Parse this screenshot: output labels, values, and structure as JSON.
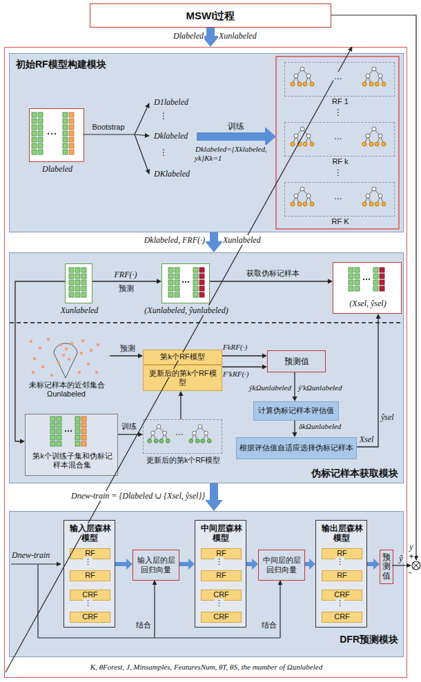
{
  "diagram": {
    "nodes": [
      {
        "text": [
          "MSWI过程"
        ]
      },
      {
        "text": [
          "K, θForest, J, Minsamples, FeaturesNum, θT, θS, the mumber of Ωunlabeled"
        ]
      },
      {
        "text": [
          "初始RF模型构建模块"
        ],
        "in": 1
      },
      {
        "text": [
          "Dlabeled"
        ],
        "in": 2
      },
      {
        "text": [
          "RF 1"
        ],
        "in": 2
      },
      {
        "text": [
          "RF k"
        ],
        "in": 2
      },
      {
        "text": [
          "RF K"
        ],
        "in": 2
      },
      {
        "text": [
          "伪标记样本获取模块"
        ],
        "in": 1
      },
      {
        "text": [
          "Xunlabeled"
        ],
        "in": 7
      },
      {
        "text": [
          "(Xunlabeled, ŷunlabeled)"
        ],
        "in": 7
      },
      {
        "text": [
          "(Xsel, ŷsel)"
        ],
        "in": 7
      },
      {
        "text": [
          "未标记样本的近邻集合Ωunlabeled"
        ],
        "in": 7
      },
      {
        "text": [
          "第k个RF模型"
        ],
        "in": 7
      },
      {
        "text": [
          "更新后的第k个RF模型"
        ],
        "in": 7
      },
      {
        "text": [
          "预测值"
        ],
        "in": 7
      },
      {
        "text": [
          "计算伪标记样本评估值"
        ],
        "in": 7
      },
      {
        "text": [
          "根据评估值自适应选择伪标记样本"
        ],
        "in": 7
      },
      {
        "text": [
          "第k个训练子集和伪标记样本混合集"
        ],
        "in": 7
      },
      {
        "text": [
          "更新后的第k个RF模型"
        ],
        "in": 7
      },
      {
        "text": [
          "DFR预测模块"
        ],
        "in": 1
      },
      {
        "text": [
          "输入层森林模型"
        ],
        "in": 19
      },
      {
        "text": [
          "RF"
        ],
        "in": 20
      },
      {
        "text": [
          "RF"
        ],
        "in": 20
      },
      {
        "text": [
          "CRF"
        ],
        "in": 20
      },
      {
        "text": [
          "CRF"
        ],
        "in": 20
      },
      {
        "text": [
          "输入层的层回归向量"
        ],
        "in": 19
      },
      {
        "text": [
          "中间层森林模型"
        ],
        "in": 19
      },
      {
        "text": [
          "RF"
        ],
        "in": 26
      },
      {
        "text": [
          "RF"
        ],
        "in": 26
      },
      {
        "text": [
          "CRF"
        ],
        "in": 26
      },
      {
        "text": [
          "CRF"
        ],
        "in": 26
      },
      {
        "text": [
          "中间层的层回归向量"
        ],
        "in": 19
      },
      {
        "text": [
          "输出层森林模型"
        ],
        "in": 19
      },
      {
        "text": [
          "RF"
        ],
        "in": 32
      },
      {
        "text": [
          "RF"
        ],
        "in": 32
      },
      {
        "text": [
          "CRF"
        ],
        "in": 32
      },
      {
        "text": [
          "CRF"
        ],
        "in": 32
      },
      {
        "text": [
          "预测值"
        ],
        "in": 19
      }
    ],
    "edges": [
      {
        "from": 0,
        "to": 1,
        "label": "Dlabeled",
        "arrow": "to"
      },
      {
        "from": 2,
        "to": 7,
        "label": "Dklabeled, FRF(·)",
        "arrow": "to"
      },
      {
        "from": 8,
        "to": 9,
        "label": "预测",
        "arrow": "to"
      },
      {
        "from": 9,
        "to": 10,
        "label": "获取伪标记样本",
        "arrow": "to"
      },
      {
        "from": 11,
        "to": 12,
        "label": "预测",
        "arrow": "to"
      },
      {
        "from": 12,
        "to": 14,
        "arrow": "to"
      },
      {
        "from": 13,
        "to": 14,
        "arrow": "to"
      },
      {
        "from": 14,
        "to": 15,
        "arrow": "to"
      },
      {
        "from": 15,
        "to": 16,
        "label": "δkΩunlabeled",
        "arrow": "to"
      },
      {
        "from": 16,
        "to": 10,
        "label": "Xsel",
        "arrow": "to"
      },
      {
        "from": 8,
        "to": 17,
        "arrow": "to"
      },
      {
        "from": 17,
        "to": 18,
        "label": "训练",
        "arrow": "to"
      },
      {
        "from": 18,
        "to": 13,
        "arrow": "to"
      },
      {
        "from": 7,
        "to": 19,
        "label": "Dnew-train = {Dlabeled ∪ {Xsel, ŷsel}}",
        "arrow": "to"
      },
      {
        "from": 20,
        "to": 25,
        "arrow": "to"
      },
      {
        "from": 25,
        "to": 26,
        "arrow": "to"
      },
      {
        "from": 26,
        "to": 31,
        "arrow": "to"
      },
      {
        "from": 31,
        "to": 32,
        "arrow": "to"
      },
      {
        "from": 32,
        "to": 37,
        "arrow": "to"
      }
    ],
    "labels": [
      "Xunlabeled",
      "Bootstrap",
      "D1labeled",
      "⋮",
      "Dklabeled",
      "⋮",
      "DKlabeled",
      "训练",
      "Dklabeled={Xklabeled, yk}Kk=1",
      "…",
      "⋮",
      "…",
      "⋮",
      "…",
      "Xunlabeled",
      "FRF(·)",
      "FkRF(·)",
      "F'kRF(·)",
      "ŷkΩunlabeled",
      "ŷ'kΩunlabeled",
      "ŷsel",
      "…",
      "Dnew-train",
      "⋮",
      "⋮",
      "⋮",
      "⋮",
      "⋮",
      "⋮",
      "结合",
      "结合",
      "y",
      "+",
      "ŷ",
      "-"
    ]
  }
}
